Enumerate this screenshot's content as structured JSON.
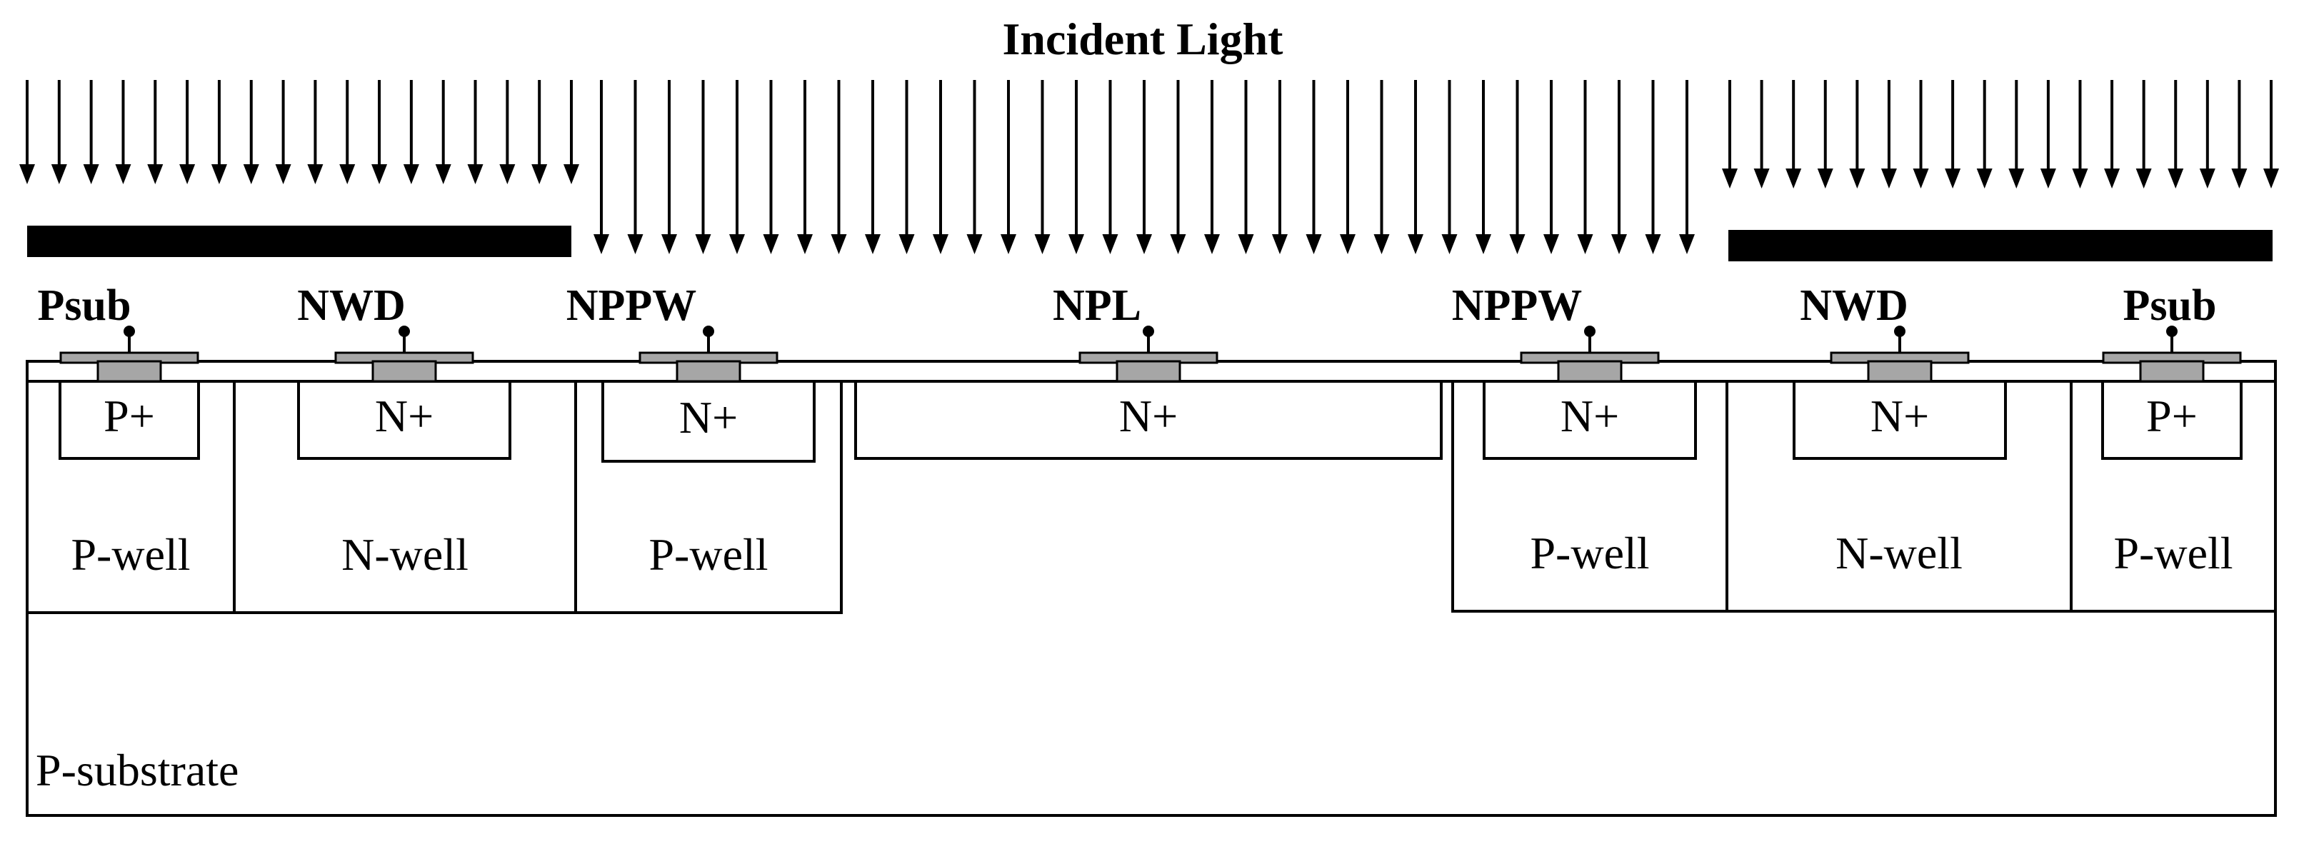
{
  "title": "Incident Light",
  "substrate_label": "P-substrate",
  "terminals": [
    {
      "id": "psub-left",
      "label": "Psub"
    },
    {
      "id": "nwd-left",
      "label": "NWD"
    },
    {
      "id": "nppw-left",
      "label": "NPPW"
    },
    {
      "id": "npl",
      "label": "NPL"
    },
    {
      "id": "nppw-right",
      "label": "NPPW"
    },
    {
      "id": "nwd-right",
      "label": "NWD"
    },
    {
      "id": "psub-right",
      "label": "Psub"
    }
  ],
  "implants": [
    {
      "id": "p-plus-left",
      "label": "P+"
    },
    {
      "id": "n-plus-nwd-left",
      "label": "N+"
    },
    {
      "id": "n-plus-nppw-left",
      "label": "N+"
    },
    {
      "id": "n-plus-npl",
      "label": "N+"
    },
    {
      "id": "n-plus-nppw-right",
      "label": "N+"
    },
    {
      "id": "n-plus-nwd-right",
      "label": "N+"
    },
    {
      "id": "p-plus-right",
      "label": "P+"
    }
  ],
  "wells": [
    {
      "id": "p-well-left-outer",
      "label": "P-well"
    },
    {
      "id": "n-well-left",
      "label": "N-well"
    },
    {
      "id": "p-well-left-inner",
      "label": "P-well"
    },
    {
      "id": "p-well-right-inner",
      "label": "P-well"
    },
    {
      "id": "n-well-right",
      "label": "N-well"
    },
    {
      "id": "p-well-right-outer",
      "label": "P-well"
    }
  ],
  "colors": {
    "stroke": "#000000",
    "contact_fill": "#a6a6a6",
    "metal_shield": "#000000",
    "background": "#ffffff"
  }
}
